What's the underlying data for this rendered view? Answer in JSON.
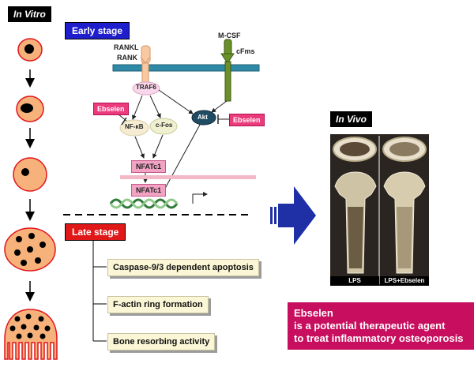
{
  "in_vitro_label": "In Vitro",
  "in_vivo_label": "In Vivo",
  "early_stage": "Early stage",
  "late_stage": "Late stage",
  "receptors": {
    "rankl": "RANKL",
    "rank": "RANK",
    "mcsf": "M-CSF",
    "cfms": "cFms"
  },
  "signals": {
    "traf6": "TRAF6",
    "nfkb": "NF-κB",
    "cfos": "c-Fos",
    "akt": "Akt",
    "nfatc1_top": "NFATc1",
    "nfatc1_bottom": "NFATc1"
  },
  "inhibitors": {
    "ebselen_left": "Ebselen",
    "ebselen_right": "Ebselen"
  },
  "effects": [
    "Caspase-9/3 dependent apoptosis",
    "F-actin ring formation",
    "Bone resorbing activity"
  ],
  "image_captions": {
    "left": "LPS",
    "right": "LPS+Ebselen"
  },
  "conclusion": {
    "line1": "Ebselen",
    "line2": "is a potential therapeutic agent",
    "line3": "to treat inflammatory osteoporosis"
  },
  "colors": {
    "early_stage_bg": "#1e1ecc",
    "late_stage_bg": "#e01818",
    "inhibitor_bg": "#ec3b7c",
    "conclusion_bg": "#c80e5e",
    "membrane": "#2f8aa8",
    "cell_fill": "#f6b27a"
  }
}
